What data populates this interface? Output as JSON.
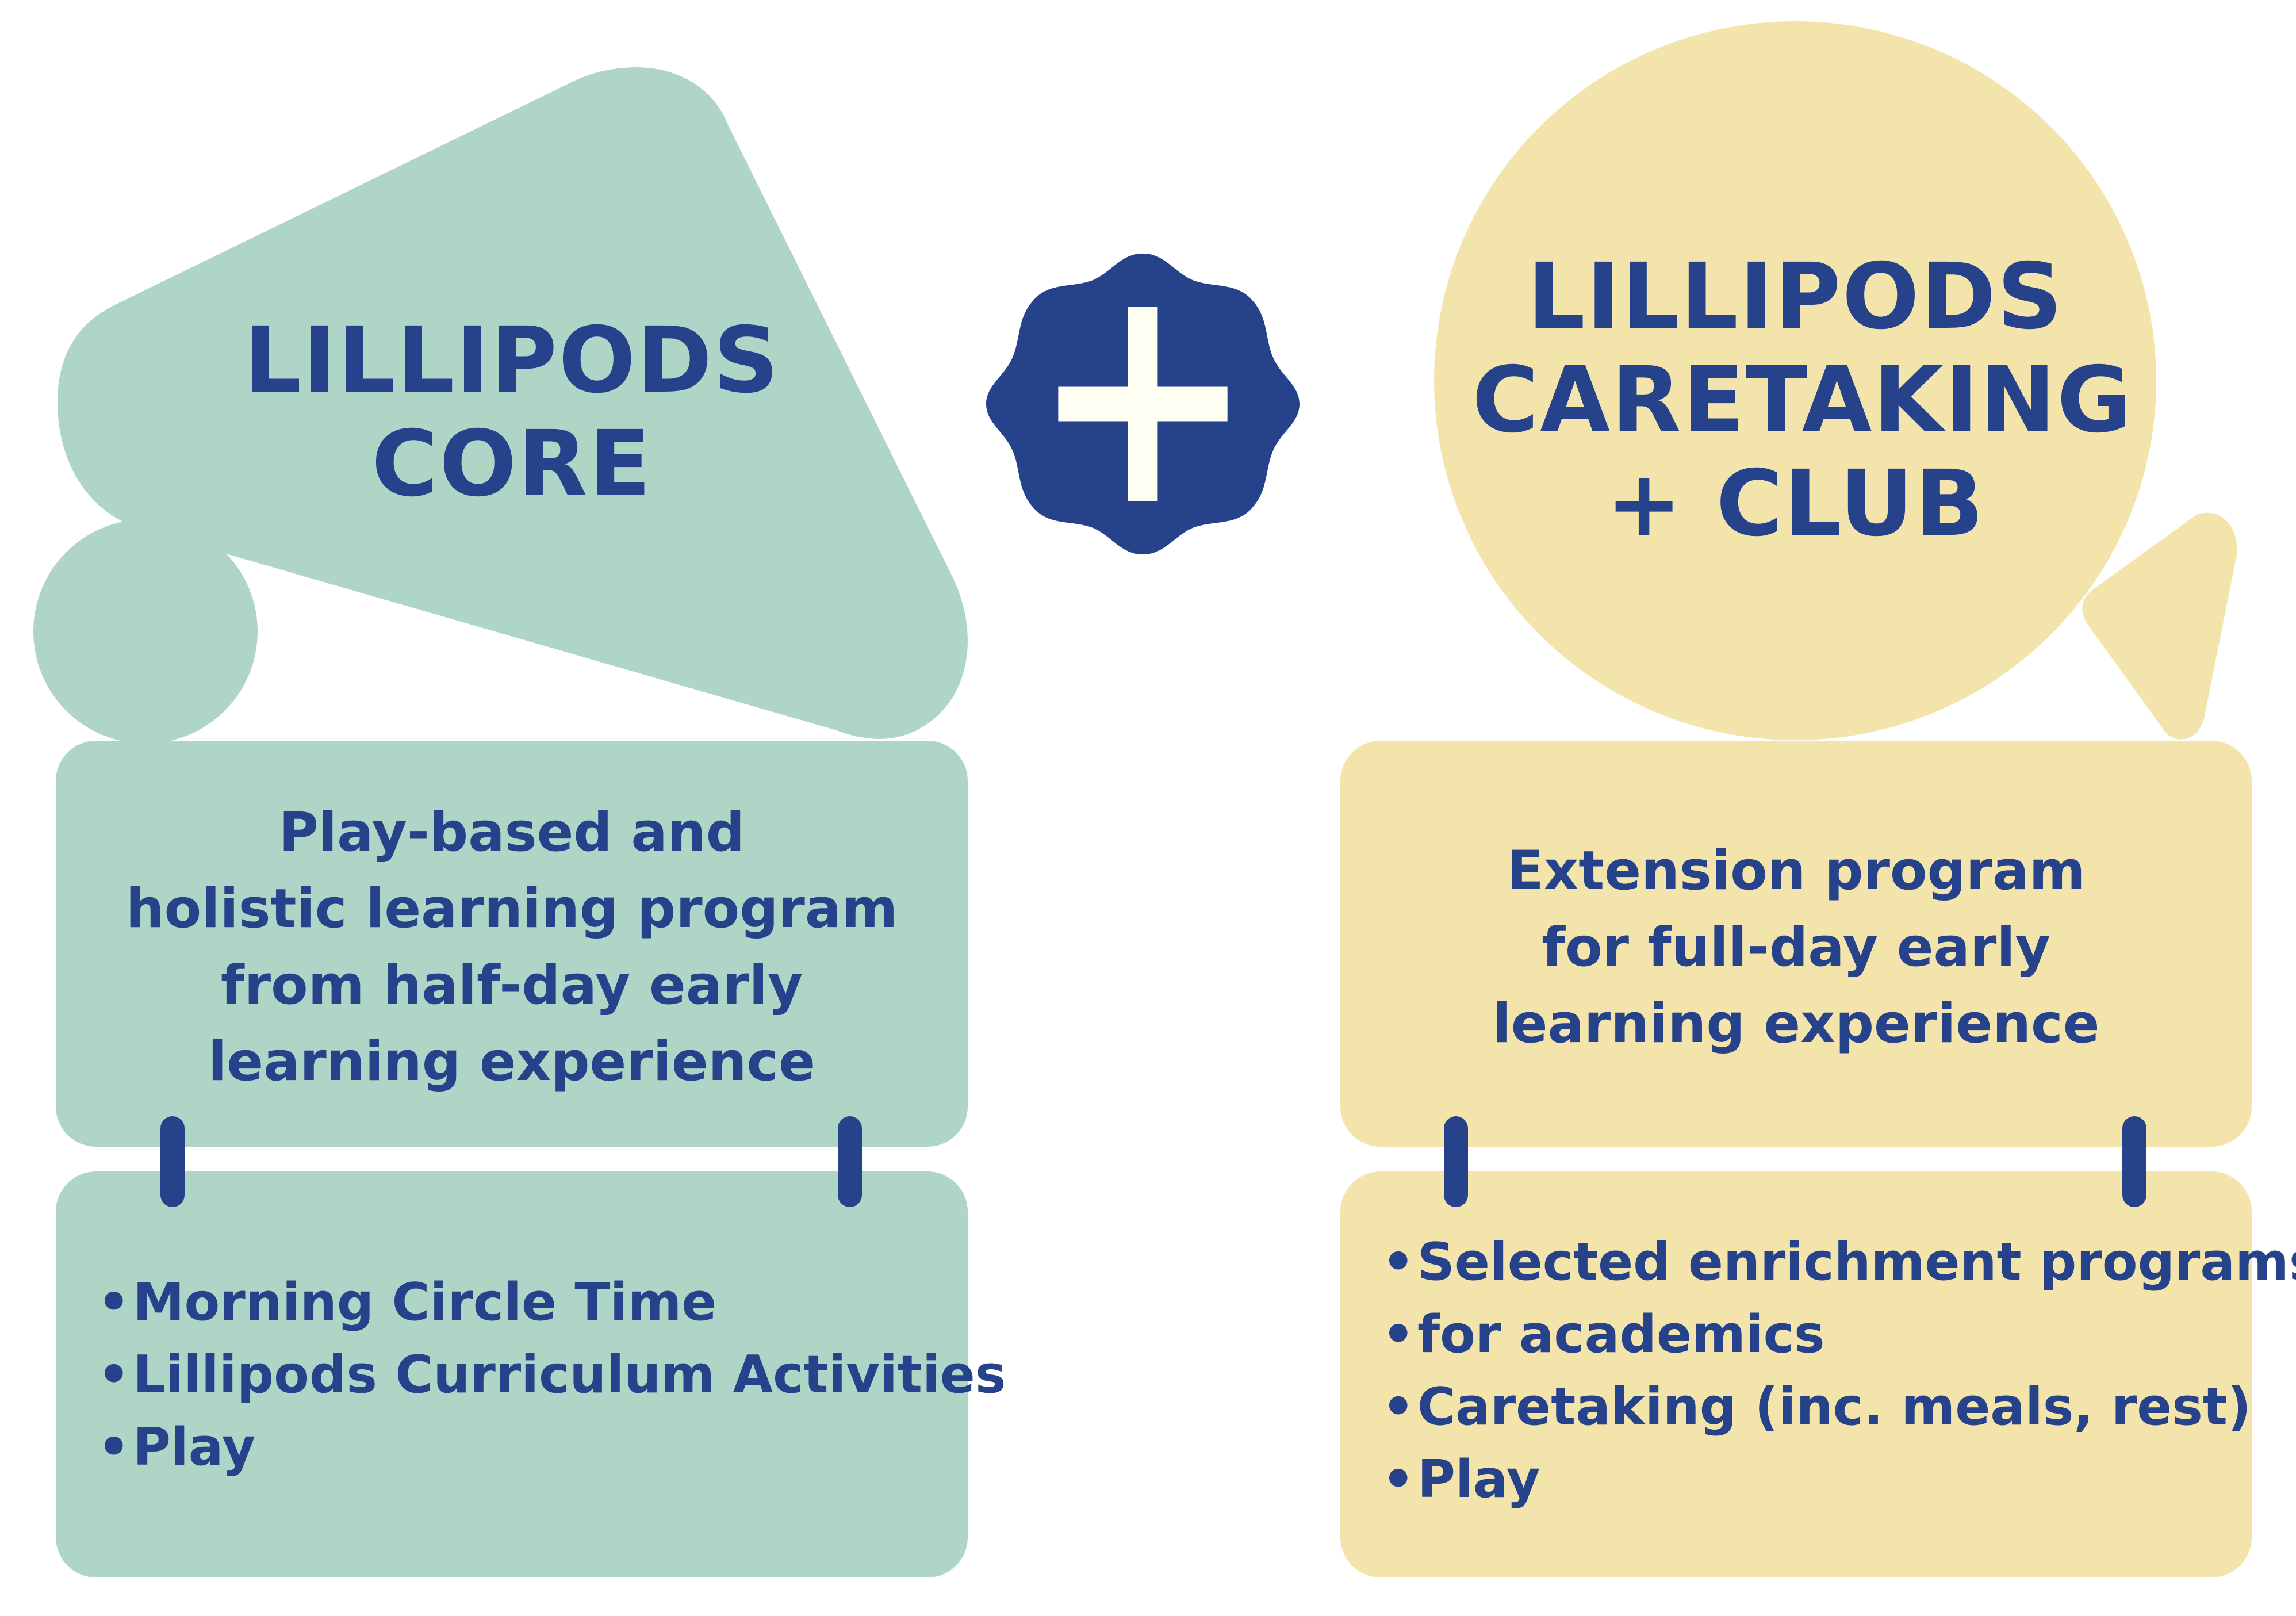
{
  "colors": {
    "navy": "#26428b",
    "green": "#afd5c7",
    "yellow": "#f2e4aa",
    "plus_fill": "#fffef2",
    "background": "#ffffff"
  },
  "left_program": {
    "title_lines": [
      "LILLIPODS",
      "CORE"
    ],
    "description_lines": [
      "Play-based and",
      "holistic learning program",
      "from half-day early",
      "learning experience"
    ],
    "items": [
      "Morning Circle Time",
      "Lillipods Curriculum Activities",
      "Play"
    ]
  },
  "connector": {
    "icon": "plus-icon",
    "symbol": "+"
  },
  "right_program": {
    "title_lines": [
      "LILLIPODS",
      "CARETAKING",
      "+ CLUB"
    ],
    "description_lines": [
      "Extension program",
      "for full-day early",
      "learning experience"
    ],
    "items": [
      "Selected enrichment programs",
      "for academics",
      "Caretaking (inc. meals, rest)",
      "Play"
    ]
  }
}
